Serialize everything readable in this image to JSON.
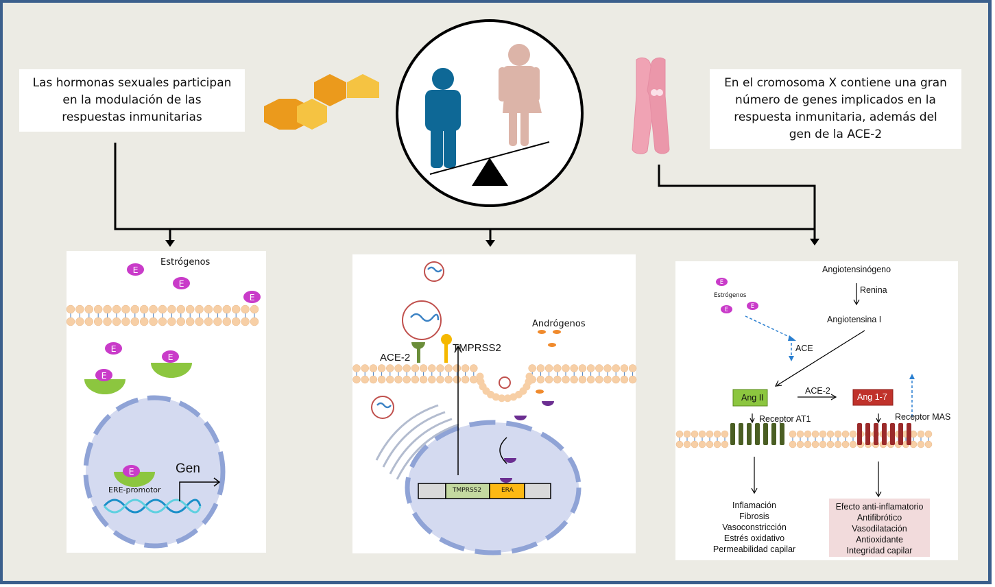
{
  "top": {
    "left_box": "Las hormonas sexuales participan en la modulación de las respuestas inmunitarias",
    "right_box": "En el cromosoma X contiene una gran número de genes implicados en la respuesta inmunitaria, además del  gen de la ACE-2"
  },
  "colors": {
    "frame": "#3b5f8c",
    "background": "#ecebe4",
    "male": "#0e6896",
    "female": "#dcb4a8",
    "estrogen": "#c93bc9",
    "receptor_green": "#8cc63f",
    "nucleus": "#d4daf0",
    "membrane": "#f7cfa6",
    "ang2": "#8cc63f",
    "ang17": "#c0322b",
    "era": "#fdb913",
    "tmprss2_box": "#c4d9a0"
  },
  "left_panel": {
    "hormone_label": "Estrógenos",
    "molecule_letter": "E",
    "promoter_label": "ERE-promotor",
    "gene_label": "Gen"
  },
  "middle_panel": {
    "ace2_label": "ACE-2",
    "tmprss2_label": "TMPRSS2",
    "androgen_label": "Andrógenos",
    "gene_segments": [
      "",
      "TMPRSS2",
      "ERA",
      ""
    ]
  },
  "right_panel": {
    "angiotensinogen": "Angiotensinógeno",
    "renin": "Renina",
    "angiotensin1": "Angiotensina I",
    "estrogen_label": "Estrógenos",
    "molecule_letter": "E",
    "ace": "ACE",
    "ace2": "ACE-2",
    "ang2": "Ang II",
    "ang17": "Ang 1-7",
    "receptor_at1": "Receptor AT1",
    "receptor_mas": "Receptor MAS",
    "at1_effects": [
      "Inflamación",
      "Fibrosis",
      "Vasoconstricción",
      "Estrés oxidativo",
      "Permeabilidad capilar"
    ],
    "mas_effects": [
      "Efecto anti-inflamatorio",
      "Antifibrótico",
      "Vasodilatación",
      "Antioxidante",
      "Integridad capilar"
    ]
  }
}
